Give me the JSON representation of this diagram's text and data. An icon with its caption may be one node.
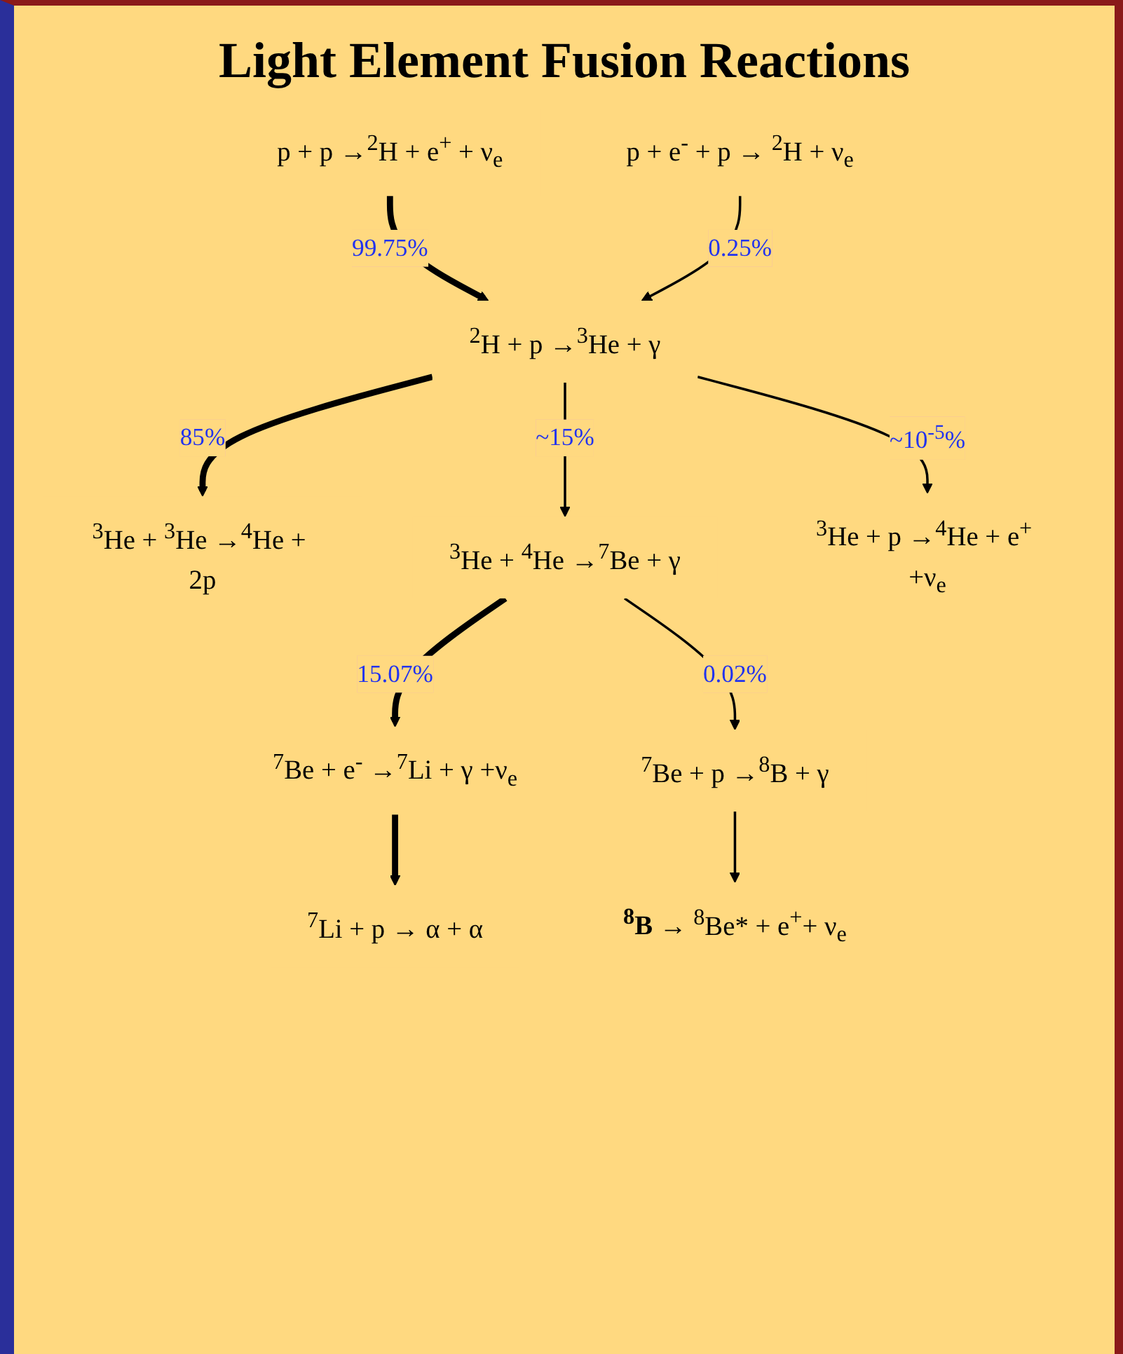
{
  "diagram": {
    "title": "Light Element Fusion Reactions",
    "nodes": [
      {
        "text": [
          "p + p →$^{2}$H + e$^{+}$ + ν$_{e}$"
        ]
      },
      {
        "text": [
          "p + e$^{-}$ + p → $^{2}$H + ν$_{e}$"
        ]
      },
      {
        "text": [
          "$^{2}$H + p →$^{3}$He + γ"
        ]
      },
      {
        "text": [
          "$^{3}$He + $^{3}$He →$^{4}$He + 2p"
        ]
      },
      {
        "text": [
          "$^{3}$He + $^{4}$He →$^{7}$Be + γ"
        ]
      },
      {
        "text": [
          "$^{3}$He + p →$^{4}$He + e$^{+}$ +ν$_{e}$"
        ]
      },
      {
        "text": [
          "$^{7}$Be + e$^{-}$ →$^{7}$Li + γ +ν$_{e}$"
        ]
      },
      {
        "text": [
          "$^{7}$Li + p → α + α"
        ]
      },
      {
        "text": [
          "$^{7}$Be + p →$^{8}$B + γ"
        ]
      },
      {
        "text": [
          "**$^{8}$B** → $^{8}$Be* + e$^{+}$+ ν$_{e}$"
        ]
      }
    ],
    "edges": [
      {
        "from": 0,
        "to": 2,
        "arrow": "to",
        "label": "99.75%",
        "style": "thick"
      },
      {
        "from": 1,
        "to": 2,
        "arrow": "to",
        "label": "0.25%"
      },
      {
        "from": 2,
        "to": 3,
        "arrow": "to",
        "label": "85%",
        "style": "thick"
      },
      {
        "from": 2,
        "to": 4,
        "arrow": "to",
        "label": "~15%"
      },
      {
        "from": 2,
        "to": 5,
        "arrow": "to",
        "label": "~10$^{-5}$%"
      },
      {
        "from": 4,
        "to": 6,
        "arrow": "to",
        "label": "15.07%",
        "style": "thick"
      },
      {
        "from": 4,
        "to": 8,
        "arrow": "to",
        "label": "0.02%"
      },
      {
        "from": 6,
        "to": 7,
        "arrow": "to",
        "style": "thick"
      },
      {
        "from": 8,
        "to": 9,
        "arrow": "to"
      }
    ]
  }
}
